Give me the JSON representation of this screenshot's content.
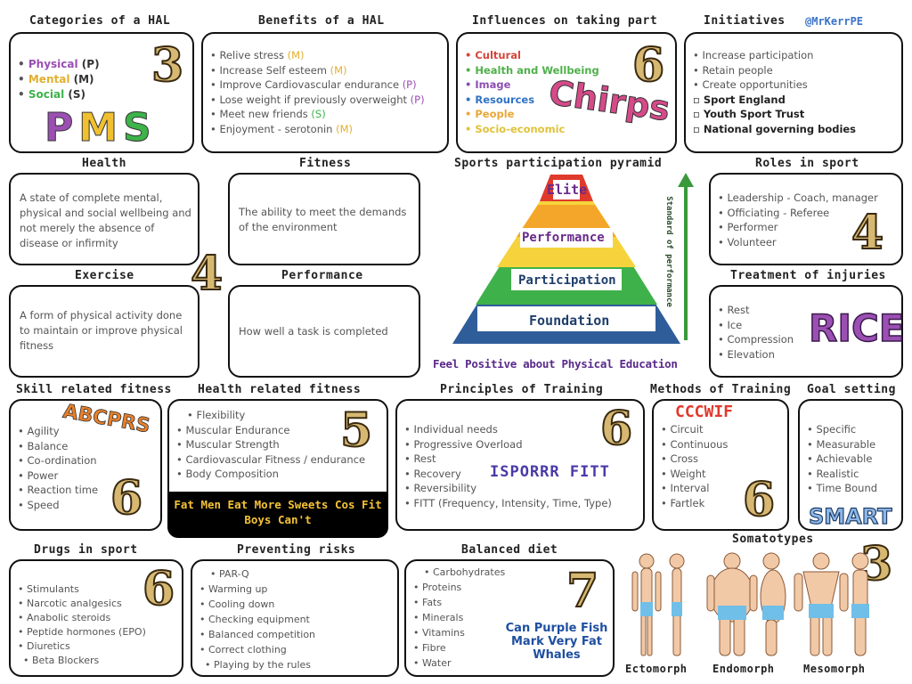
{
  "handle": "@MrKerrPE",
  "cat_hal": {
    "title": "Categories of a HAL",
    "number": "3",
    "mnemonic": [
      "P",
      "M",
      "S"
    ],
    "items": [
      {
        "label": "Physical",
        "code": "(P)",
        "color": "#9b4fb3"
      },
      {
        "label": "Mental",
        "code": "(M)",
        "color": "#e0b030"
      },
      {
        "label": "Social",
        "code": "(S)",
        "color": "#3db34a"
      }
    ]
  },
  "benefits": {
    "title": "Benefits of a HAL",
    "items": [
      {
        "text": "Relive stress",
        "code": "(M)"
      },
      {
        "text": "Increase Self esteem",
        "code": "(M)"
      },
      {
        "text": "Improve Cardiovascular endurance",
        "code": "(P)"
      },
      {
        "text": "Lose weight if previously overweight",
        "code": "(P)"
      },
      {
        "text": "Meet new friends",
        "code": "(S)"
      },
      {
        "text": "Enjoyment - serotonin",
        "code": "(M)"
      }
    ]
  },
  "influences": {
    "title": "Influences on taking part",
    "number": "6",
    "mnemonic": "Chirps",
    "items": [
      {
        "label": "Cultural",
        "color": "#d6453a"
      },
      {
        "label": "Health and Wellbeing",
        "color": "#4fb14a"
      },
      {
        "label": "Image",
        "color": "#8a4fb3"
      },
      {
        "label": "Resources",
        "color": "#2f72c4"
      },
      {
        "label": "People",
        "color": "#e9a73a"
      },
      {
        "label": "Socio-economic",
        "color": "#e0c23a"
      }
    ]
  },
  "initiatives": {
    "title": "Initiatives",
    "items": [
      "Increase participation",
      "Retain people",
      "Create opportunities"
    ],
    "orgs": [
      "Sport England",
      "Youth Sport Trust",
      "National governing bodies"
    ]
  },
  "health": {
    "title": "Health",
    "text": "A state of complete mental, physical and social wellbeing and not merely the absence of disease or infirmity"
  },
  "fitness": {
    "title": "Fitness",
    "text": "The ability to meet the demands of the environment"
  },
  "exercise": {
    "title": "Exercise",
    "text": "A form of physical activity done to maintain or improve physical fitness"
  },
  "performance": {
    "title": "Performance",
    "text": "How well a task is completed"
  },
  "defs_number": "4",
  "pyramid": {
    "title": "Sports participation pyramid",
    "levels": [
      "Elite",
      "Performance",
      "Participation",
      "Foundation"
    ],
    "axis": "Standard of performance",
    "mnemonic": "Feel Positive about Physical Education"
  },
  "roles": {
    "title": "Roles in sport",
    "number": "4",
    "items": [
      "Leadership - Coach, manager",
      "Officiating - Referee",
      "Performer",
      "Volunteer"
    ]
  },
  "injuries": {
    "title": "Treatment of injuries",
    "mnemonic": "RICE",
    "items": [
      "Rest",
      "Ice",
      "Compression",
      "Elevation"
    ]
  },
  "skill": {
    "title": "Skill related fitness",
    "number": "6",
    "mnemonic": "ABCPRS",
    "items": [
      "Agility",
      "Balance",
      "Co-ordination",
      "Power",
      "Reaction time",
      "Speed"
    ]
  },
  "health_fit": {
    "title": "Health related fitness",
    "number": "5",
    "items": [
      "Flexibility",
      "Muscular Endurance",
      "Muscular Strength",
      "Cardiovascular Fitness / endurance",
      "Body Composition"
    ],
    "mnemonic": "Fat Men Eat More Sweets Cos Fit Boys Can't"
  },
  "principles": {
    "title": "Principles of Training",
    "number": "6",
    "mnemonic": "ISPORRR FITT",
    "items": [
      "Individual needs",
      "Progressive Overload",
      "Rest",
      "Recovery",
      "Reversibility",
      "FITT (Frequency, Intensity, Time, Type)"
    ]
  },
  "methods": {
    "title": "Methods of Training",
    "number": "6",
    "mnemonic": "CCCWIF",
    "items": [
      "Circuit",
      "Continuous",
      "Cross",
      "Weight",
      "Interval",
      "Fartlek"
    ]
  },
  "goal": {
    "title": "Goal setting",
    "mnemonic": "SMART",
    "items": [
      "Specific",
      "Measurable",
      "Achievable",
      "Realistic",
      "Time Bound"
    ]
  },
  "drugs": {
    "title": "Drugs in sport",
    "number": "6",
    "items": [
      "Stimulants",
      "Narcotic analgesics",
      "Anabolic steroids",
      "Peptide hormones (EPO)",
      "Diuretics",
      "Beta Blockers"
    ]
  },
  "risks": {
    "title": "Preventing risks",
    "items": [
      "PAR-Q",
      "Warming up",
      "Cooling down",
      "Checking equipment",
      "Balanced competition",
      "Correct clothing",
      "Playing by the rules"
    ]
  },
  "diet": {
    "title": "Balanced diet",
    "number": "7",
    "mnemonic": [
      "Can Purple Fish",
      "Mark Very Fat",
      "Whales"
    ],
    "items": [
      "Carbohydrates",
      "Proteins",
      "Fats",
      "Minerals",
      "Vitamins",
      "Fibre",
      "Water"
    ]
  },
  "somatotypes": {
    "title": "Somatotypes",
    "number": "3",
    "types": [
      "Ectomorph",
      "Endomorph",
      "Mesomorph"
    ]
  },
  "colors": {
    "gold": "#d6b872",
    "red": "#e03a2c",
    "orange": "#f4a62a",
    "yellow": "#f6d33c",
    "green": "#3fb14a",
    "blue": "#2f5d9a",
    "purple": "#9b4fb3"
  }
}
